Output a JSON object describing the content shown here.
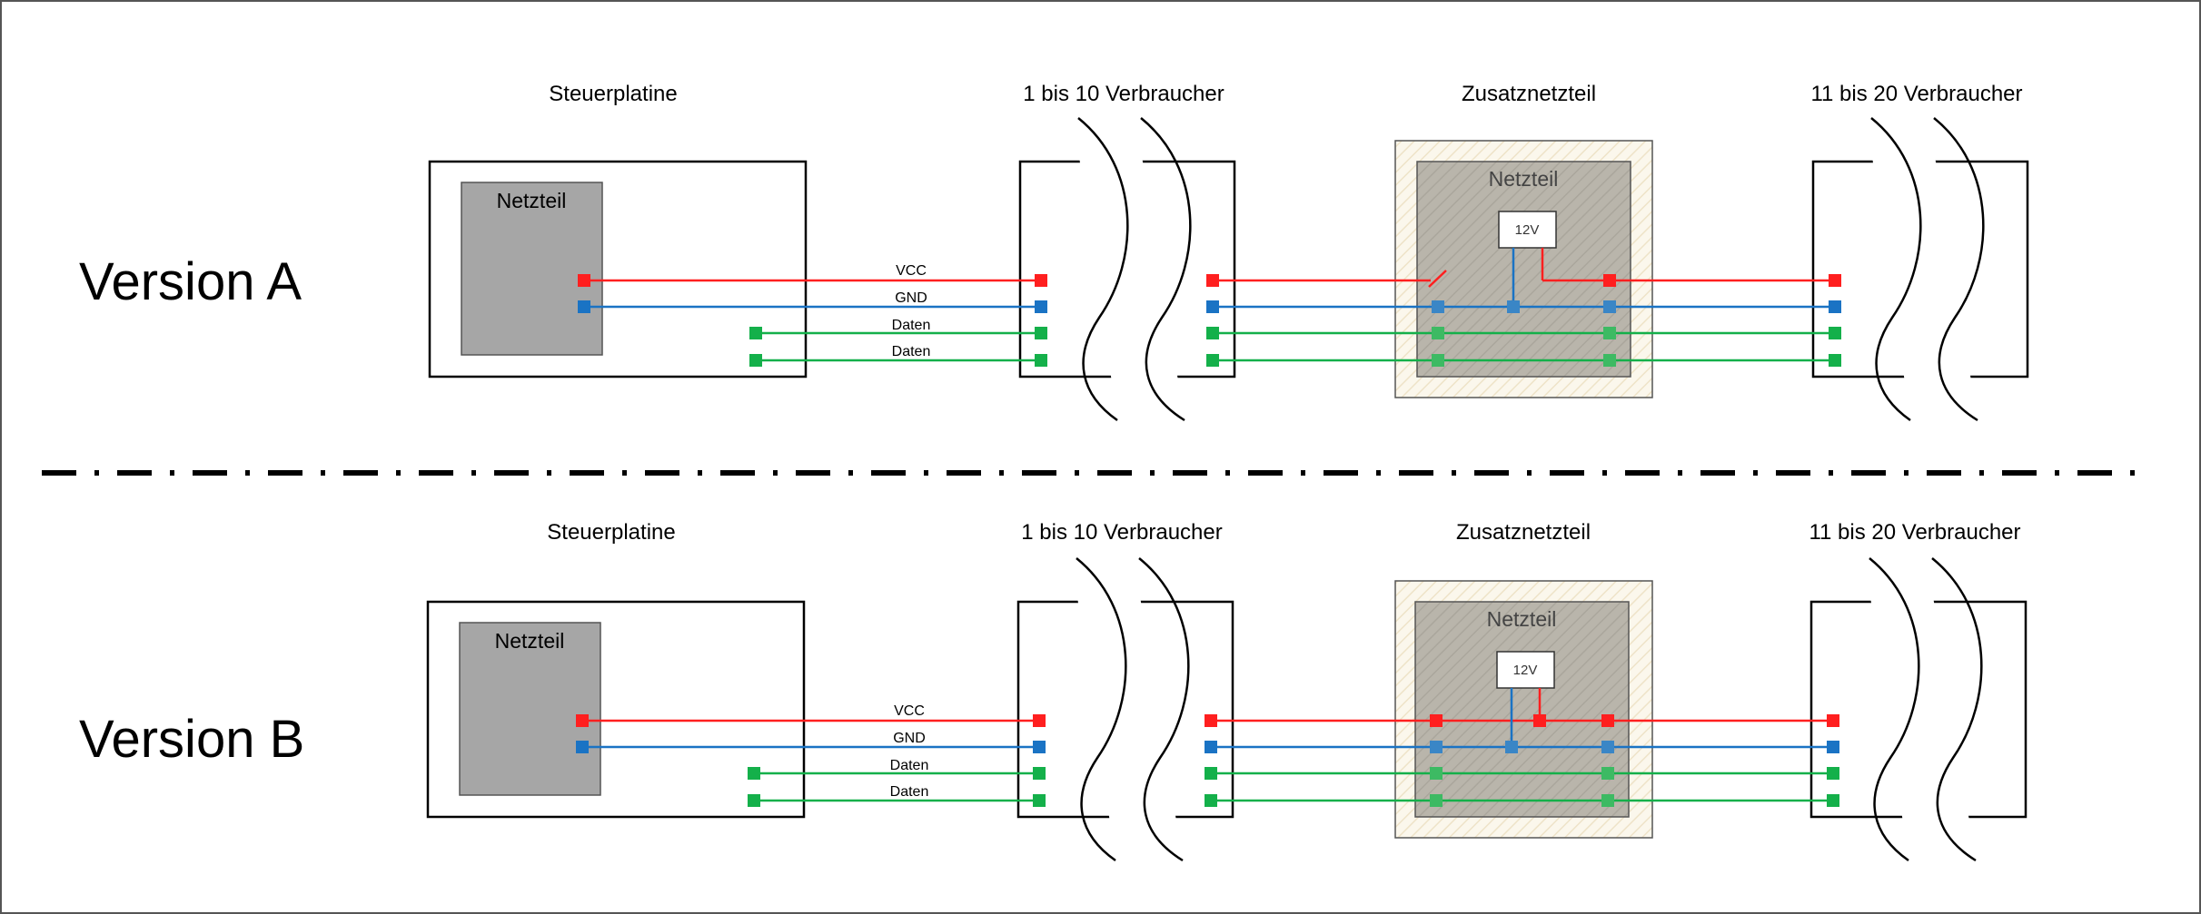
{
  "colors": {
    "vcc": "#ff1f1f",
    "gnd": "#1a73c4",
    "data": "#14b04a",
    "pin_gnd_dim": "#3a86c6",
    "pin_data_dim": "#3dba63",
    "psu_fill": "#a6a6a6",
    "aux_outer_fill": "#fbf7ec",
    "aux_inner_fill": "#b9b5ab"
  },
  "sections": [
    {
      "name": "Version A",
      "titles": {
        "board": "Steuerplatine",
        "consumers_1": "1 bis 10 Verbraucher",
        "aux": "Zusatznetzteil",
        "consumers_2": "11 bis 20 Verbraucher"
      },
      "psu_label": "Netzteil",
      "aux_psu_label": "Netzteil",
      "voltage_label": "12V",
      "wire_labels": [
        "VCC",
        "GND",
        "Daten",
        "Daten"
      ]
    },
    {
      "name": "Version B",
      "titles": {
        "board": "Steuerplatine",
        "consumers_1": "1 bis 10 Verbraucher",
        "aux": "Zusatznetzteil",
        "consumers_2": "11 bis 20 Verbraucher"
      },
      "psu_label": "Netzteil",
      "aux_psu_label": "Netzteil",
      "voltage_label": "12V",
      "wire_labels": [
        "VCC",
        "GND",
        "Daten",
        "Daten"
      ]
    }
  ]
}
